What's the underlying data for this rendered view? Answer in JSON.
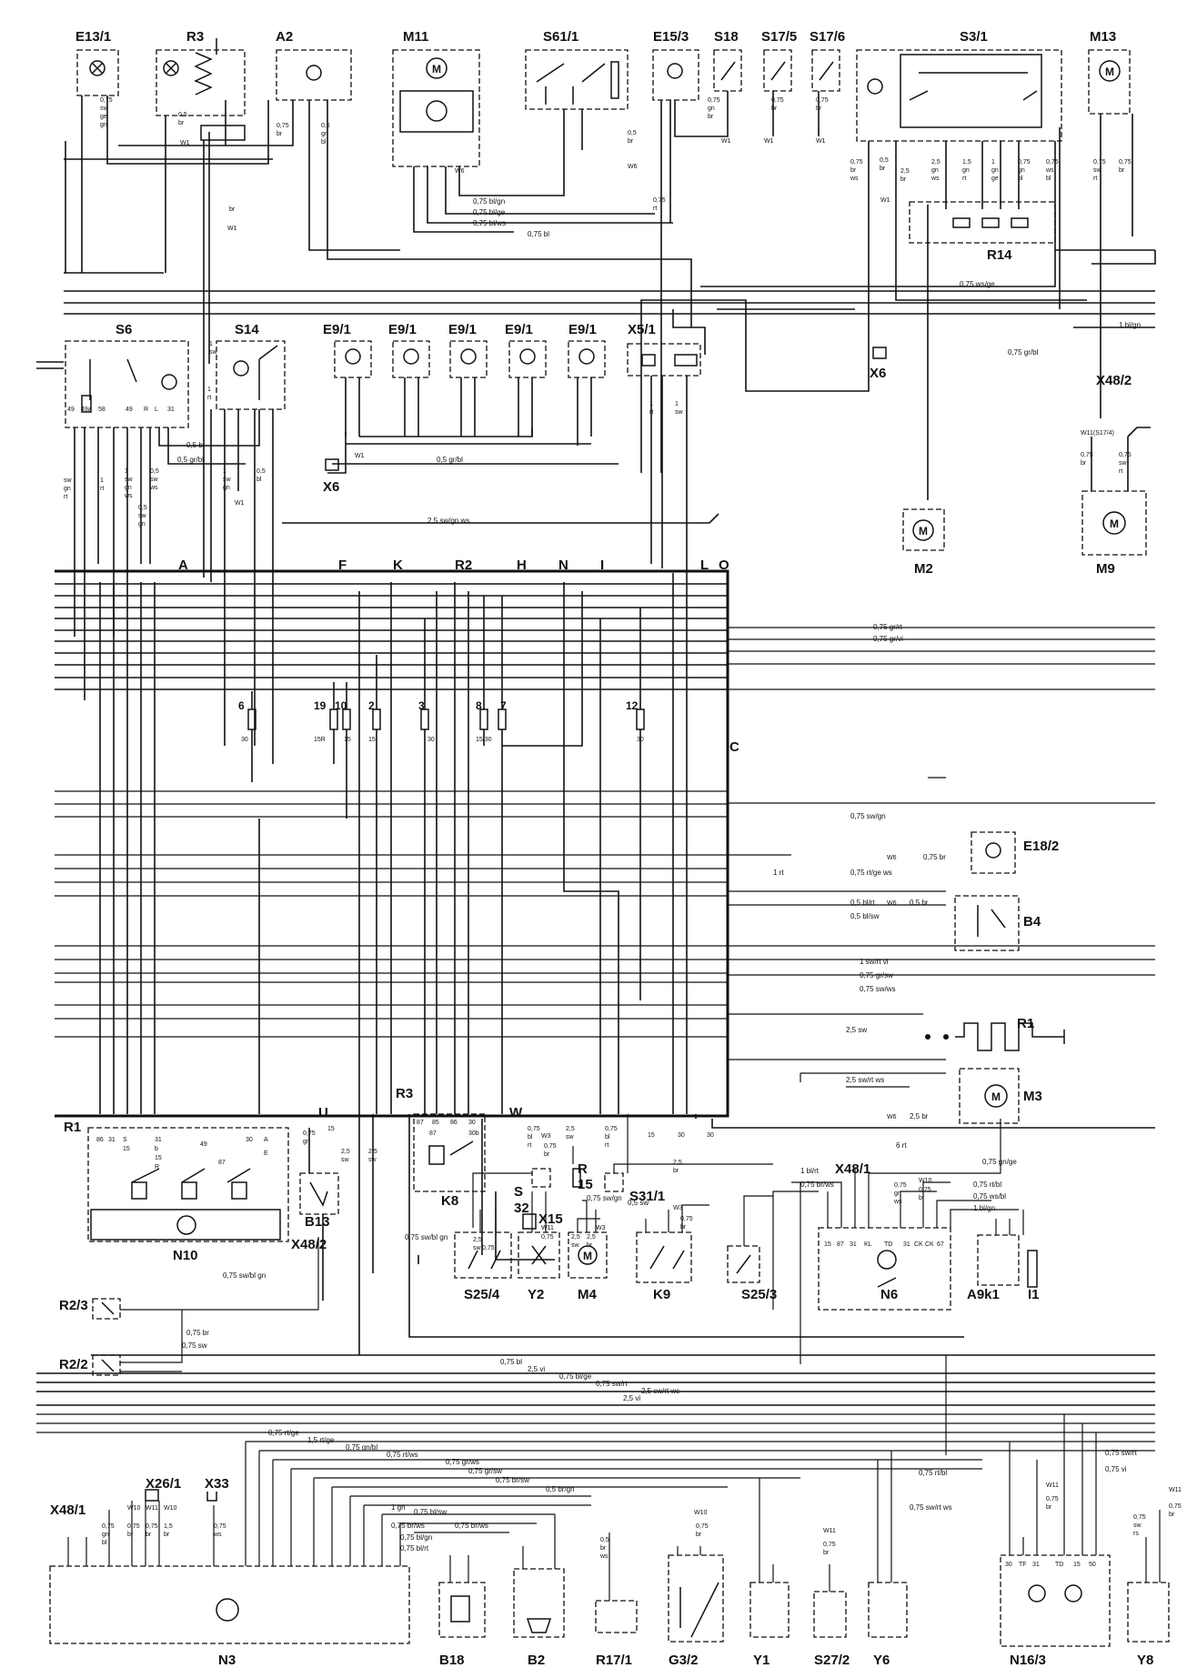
{
  "components": {
    "e13_1": "E13/1",
    "r3_top": "R3",
    "a2": "A2",
    "m11": "M11",
    "s61_1": "S61/1",
    "e15_3": "E15/3",
    "s18": "S18",
    "s17_5": "S17/5",
    "s17_6": "S17/6",
    "s3_1": "S3/1",
    "m13": "M13",
    "r14": "R14",
    "s6": "S6",
    "s14": "S14",
    "e9_1": "E9/1",
    "x5_1": "X5/1",
    "x6": "X6",
    "x48_2": "X48/2",
    "m2": "M2",
    "m9": "M9",
    "e18_2": "E18/2",
    "b4": "B4",
    "r1": "R1",
    "m3": "M3",
    "n10": "N10",
    "b13": "B13",
    "k8": "K8",
    "x15": "X15",
    "s31_1": "S31/1",
    "x48_1": "X48/1",
    "s25_4": "S25/4",
    "y2": "Y2",
    "m4": "M4",
    "k9": "K9",
    "s25_3": "S25/3",
    "n6": "N6",
    "a9k1": "A9k1",
    "i1": "I1",
    "r2_3": "R2/3",
    "r2_2": "R2/2",
    "x26_1": "X26/1",
    "x33": "X33",
    "n3": "N3",
    "b18": "B18",
    "b2": "B2",
    "r17_1": "R17/1",
    "g3_2": "G3/2",
    "y1": "Y1",
    "s27_2": "S27/2",
    "y6": "Y6",
    "n16_3": "N16/3",
    "y8": "Y8",
    "s": "S",
    "n32": "32",
    "r": "R",
    "n15": "15"
  },
  "connector_letters": {
    "a": "A",
    "f": "F",
    "k": "K",
    "r2": "R2",
    "h": "H",
    "n": "N",
    "i": "I",
    "l": "L",
    "o": "O",
    "c": "C",
    "u": "U",
    "w": "W",
    "r3": "R3",
    "r1": "R1",
    "x48_2": "X48/2"
  },
  "fuses": [
    "6",
    "19",
    "10",
    "2",
    "3",
    "8",
    "7",
    "12"
  ],
  "fuse_terms": [
    "30",
    "15R",
    "15",
    "15",
    "30",
    "15/30",
    "30"
  ],
  "wires": {
    "w1": "0,75 bl/gn",
    "w2": "0,75 bl/ge",
    "w3": "0,75 bl/ws",
    "w4": "0,75 bl",
    "w5": "0,75 ws/ge",
    "w6": "1 bl/gn",
    "w7": "0,75 gr/bl",
    "w8": "0,5 br",
    "w9": "0,5 gr/bl",
    "w10": "2,5 sw/gn ws",
    "w11": "0,75 gr/rt",
    "w12": "0,75 gr/vi",
    "w13": "0,75 sw/gn",
    "w14": "0,75 br",
    "w15": "1 rt",
    "w16": "0,75 rt/ge ws",
    "w17": "0,5 bl/rt",
    "w18": "0,5 br",
    "w19": "0,5 bl/sw",
    "w20": "1 sw/rt vi",
    "w21": "0,75 gr/sw",
    "w22": "0,75 sw/ws",
    "w23": "2,5 sw",
    "w24": "2,5 sw/rt ws",
    "w25": "2,5 br",
    "w26": "6 rt",
    "w27": "0,75 gn/ge",
    "w28": "1 bl/rt",
    "w29": "0,75 br/ws",
    "w30": "0,75 rt/bl",
    "w31": "0,75 ws/bl",
    "w32": "1 bl/gn",
    "w33": "0,75 sw/gn",
    "w34": "0,5 sw",
    "w35": "0,75 sw/bl gn",
    "w36": "0,75 sw/bl gn",
    "w37": "0,75 br",
    "w38": "0,75 sw",
    "w39": "0,75 bl",
    "w40": "2,5 vi",
    "w41": "0,75 bl/ge",
    "w42": "0,75 sw/rt",
    "w43": "2,5 sw/rt ws",
    "w44": "0,75 rt/ge",
    "w45": "1,5 rt/ge",
    "w46": "0,75 gn/bl",
    "w47": "0,75 rt/ws",
    "w48": "0,75 gr/ws",
    "w49": "0,75 gr/sw",
    "w50": "0,75 br/sw",
    "w51": "0,5 br/gn",
    "w52": "0,75 rt/bl",
    "w53": "0,75 sw/rt",
    "w54": "0,75 vi",
    "w55": "0,75 sw/rt ws",
    "w56": "0,75 bl/sw",
    "w57": "0,75 br/ws",
    "w58": "0,75 br/ws",
    "w59": "0,75 bl/gn",
    "w60": "0,75 bl/rt",
    "w61": "1 gn",
    "w62": "2,5 vi"
  },
  "ground": {
    "w1": "W1",
    "w3": "W3",
    "w6": "W6",
    "w10": "W10",
    "w11": "W11",
    "w11s": "W11(S17/4)"
  },
  "vertical_codes": {
    "v1": [
      "0,75",
      "sw",
      "ge",
      "gn"
    ],
    "v2": [
      "0,5",
      "br"
    ],
    "v3": [
      "0,75",
      "br"
    ],
    "v4": [
      "0,5",
      "gr",
      "bl"
    ],
    "v5": [
      "0,5",
      "br"
    ],
    "v6": [
      "0,75",
      "rt"
    ],
    "v7": [
      "0,75",
      "gn",
      "br"
    ],
    "v8": [
      "0,75",
      "br"
    ],
    "v9": [
      "0,75",
      "br"
    ],
    "v10": [
      "0,5",
      "br"
    ],
    "v11": [
      "2,5",
      "br"
    ],
    "v12": [
      "2,5",
      "gn",
      "ws"
    ],
    "v13": [
      "1,5",
      "gn",
      "rt"
    ],
    "v14": [
      "1",
      "gn",
      "ge"
    ],
    "v15": [
      "0,75",
      "gn",
      "bl"
    ],
    "v16": [
      "0,75",
      "sw",
      "rt"
    ],
    "v17": [
      "0,75",
      "br",
      "ws"
    ],
    "v18": [
      "0,75",
      "ws",
      "bl"
    ],
    "v19": [
      "0,75",
      "br"
    ],
    "v20": [
      "0,75",
      "sw",
      "rt"
    ],
    "v21": [
      "sw",
      "gn",
      "rt"
    ],
    "v22": [
      "1",
      "rt"
    ],
    "v23": [
      "1",
      "sw",
      "gn",
      "ws"
    ],
    "v24": [
      "0,5",
      "sw",
      "gn"
    ],
    "v25": [
      "0,5",
      "sw",
      "ws"
    ],
    "v26": [
      "1",
      "sw",
      "gn"
    ],
    "v27": [
      "0,5",
      "bl"
    ],
    "v28": [
      "1",
      "rt"
    ],
    "v29": [
      "1",
      "sw"
    ],
    "v30": [
      "0,75",
      "gn"
    ],
    "v31": [
      "2,5",
      "sw"
    ],
    "v32": [
      "2,5",
      "sw"
    ],
    "v33": [
      "0,75",
      "bl",
      "rt"
    ],
    "v34": [
      "0,75",
      "gn",
      "ws"
    ],
    "v35": [
      "0,75",
      "br"
    ],
    "v36": [
      "1,5",
      "br"
    ],
    "v37": [
      "0,75",
      "ws"
    ],
    "v38": [
      "0,5",
      "br",
      "ws"
    ],
    "v39": [
      "0,75",
      "br"
    ],
    "v40": [
      "0,75",
      "sw",
      "rs"
    ],
    "v41": [
      "0,75",
      "br"
    ],
    "v42": [
      "2,5",
      "sw"
    ],
    "v43": [
      "2,5",
      "br"
    ],
    "v44": [
      "0,75",
      "br"
    ],
    "v45": [
      "0,75",
      "sw"
    ]
  },
  "terminals": {
    "s6": [
      "49",
      "49a",
      "58",
      "49",
      "R",
      "L",
      "31"
    ],
    "n10": [
      "86",
      "31",
      "S",
      "15",
      "31",
      "b",
      "15",
      "R",
      "49",
      "87",
      "30",
      "A",
      "E"
    ],
    "k8": [
      "87",
      "85",
      "86",
      "30",
      "87",
      "30b"
    ],
    "n6": [
      "15",
      "87",
      "31",
      "KL",
      "TD",
      "31",
      "CK",
      "CK",
      "67"
    ],
    "n16_3": [
      "30",
      "TF",
      "31",
      "TD",
      "15",
      "50"
    ],
    "x48_2": [
      "15"
    ],
    "misc": [
      "15",
      "30",
      "30"
    ]
  }
}
